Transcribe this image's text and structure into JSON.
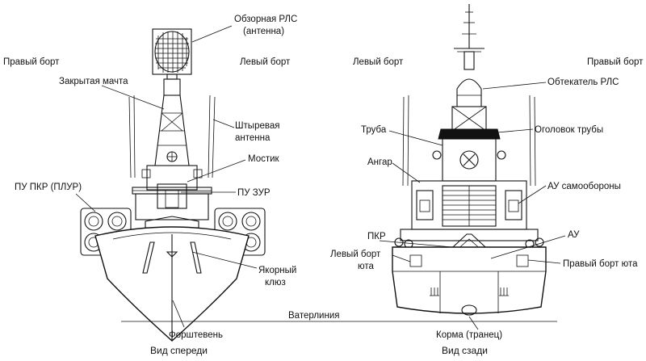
{
  "front_view": {
    "caption": "Вид спереди",
    "starboard": "Правый борт",
    "port": "Левый борт",
    "radar_line1": "Обзорная РЛС",
    "radar_line2": "(антенна)",
    "enclosed_mast": "Закрытая мачта",
    "whip_antenna_line1": "Штыревая",
    "whip_antenna_line2": "антенна",
    "bridge": "Мостик",
    "sam_launcher": "ПУ ЗУР",
    "asm_launcher": "ПУ ПКР (ПЛУР)",
    "hawse_line1": "Якорный",
    "hawse_line2": "клюз",
    "stem": "Форштевень"
  },
  "rear_view": {
    "caption": "Вид сзади",
    "port": "Левый борт",
    "starboard": "Правый борт",
    "radome": "Обтекатель РЛС",
    "funnel": "Труба",
    "funnel_cap": "Оголовок трубы",
    "hangar": "Ангар",
    "ciws": "АУ самообороны",
    "asm": "ПКР",
    "gun_mount": "АУ",
    "port_quarterdeck_line1": "Левый борт",
    "port_quarterdeck_line2": "юта",
    "starboard_quarterdeck": "Правый борт юта",
    "stern": "Корма (транец)"
  },
  "waterline": "Ватерлиния"
}
